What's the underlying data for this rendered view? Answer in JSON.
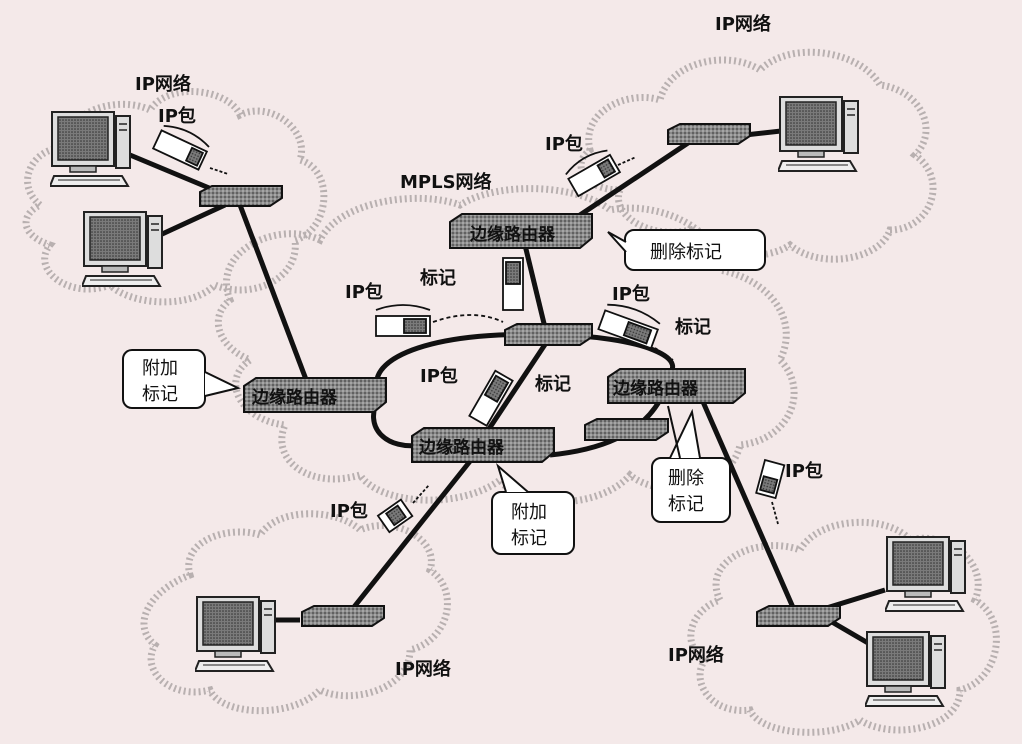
{
  "networks": {
    "ip_top_left": "IP网络",
    "ip_top_right": "IP网络",
    "mpls": "MPLS网络",
    "ip_bottom_center": "IP网络",
    "ip_bottom_right": "IP网络"
  },
  "routers": {
    "edge_top": "边缘路由器",
    "edge_left": "边缘路由器",
    "edge_bottom": "边缘路由器",
    "edge_right": "边缘路由器"
  },
  "packet_labels": {
    "ip_packet_top_left": "IP包",
    "ip_packet_top_right": "IP包",
    "ip_packet_center": "IP包",
    "tag_center": "标记",
    "ip_packet_right": "IP包",
    "tag_right": "标记",
    "ip_packet_mid": "IP包",
    "tag_mid": "标记",
    "ip_packet_bottom": "IP包",
    "ip_packet_bottom_right": "IP包"
  },
  "callouts": {
    "remove_tag_top_line1": "删除标记",
    "add_tag_left_line1": "附加",
    "add_tag_left_line2": "标记",
    "add_tag_bottom_line1": "附加",
    "add_tag_bottom_line2": "标记",
    "remove_tag_right_line1": "删除",
    "remove_tag_right_line2": "标记"
  }
}
